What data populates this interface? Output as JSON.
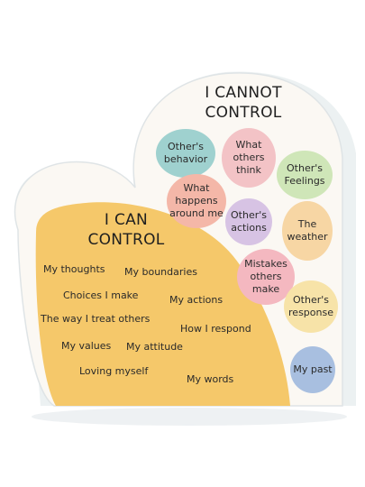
{
  "cannot_control": {
    "heading_line1": "I CANNOT",
    "heading_line2": "CONTROL",
    "items": [
      {
        "text": "Other's behavior",
        "color": "#9fd1cf"
      },
      {
        "text": "What others think",
        "color": "#f3c3c6"
      },
      {
        "text": "Other's Feelings",
        "color": "#cfe6b8"
      },
      {
        "text": "What happens around me",
        "color": "#f4b7a8"
      },
      {
        "text": "Other's actions",
        "color": "#d7c3e4"
      },
      {
        "text": "The weather",
        "color": "#f7d6a4"
      },
      {
        "text": "Mistakes others make",
        "color": "#f4b8c0"
      },
      {
        "text": "Other's response",
        "color": "#f7e3a8"
      },
      {
        "text": "My past",
        "color": "#a8bfe0"
      }
    ]
  },
  "can_control": {
    "heading_line1": "I CAN",
    "heading_line2": "CONTROL",
    "color": "#f5c86a",
    "items": [
      "My thoughts",
      "My boundaries",
      "Choices I make",
      "My actions",
      "The way I treat others",
      "How I respond",
      "My values",
      "My attitude",
      "Loving myself",
      "My words"
    ]
  },
  "colors": {
    "heart_fill": "#fbf8f3",
    "acrylic_edge": "#e9eef0",
    "accent_yellow": "#f5c86a"
  }
}
